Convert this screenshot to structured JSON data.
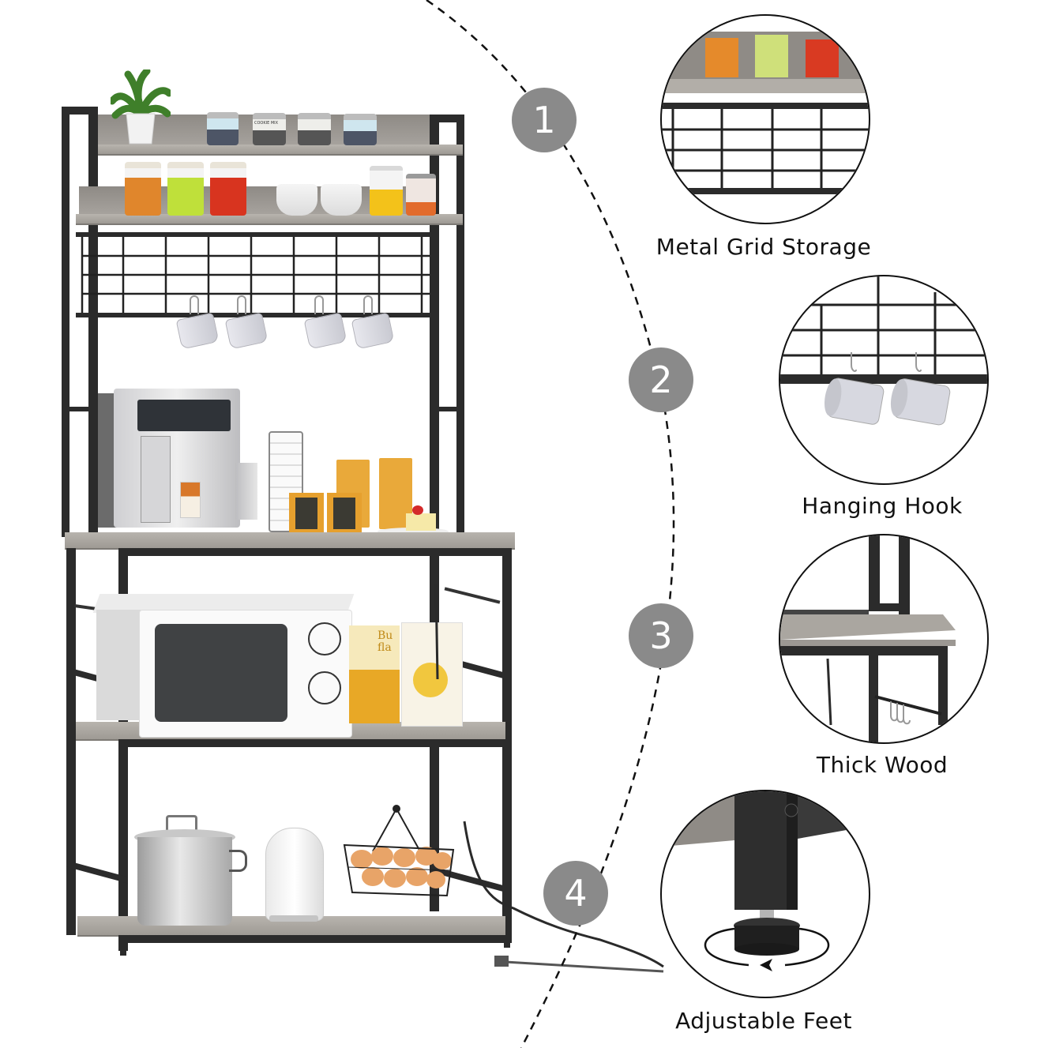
{
  "image": {
    "subject": "bakers-rack-with-power-outlet",
    "background_color": "#ffffff"
  },
  "colors": {
    "frame_metal": "#2b2b2b",
    "wood_gray": "#aaa6a0",
    "badge_gray": "#8a8a8a",
    "badge_text": "#ffffff",
    "label_text": "#111111"
  },
  "badges": [
    {
      "number": "1"
    },
    {
      "number": "2"
    },
    {
      "number": "3"
    },
    {
      "number": "4"
    }
  ],
  "features": [
    {
      "number": "1",
      "label": "Metal Grid Storage",
      "icon": "metal-grid-detail"
    },
    {
      "number": "2",
      "label": "Hanging Hook",
      "icon": "hanging-hook-mugs-detail"
    },
    {
      "number": "3",
      "label": "Thick Wood",
      "icon": "thick-wood-shelf-detail"
    },
    {
      "number": "4",
      "label": "Adjustable Feet",
      "icon": "adjustable-foot-detail"
    }
  ],
  "rack_items": {
    "top_shelf": [
      "potted-plant",
      "cookie-mix-tin",
      "cookie-mix-tin",
      "cookie-mix-tin",
      "cookie-mix-tin"
    ],
    "second_shelf": [
      "carrot-jar",
      "lettuce-jar",
      "chili-jar",
      "bowl-stack",
      "bowl-stack",
      "yellow-lentil-jar",
      "red-lentil-jar"
    ],
    "grid_hooks": [
      "mug",
      "mug",
      "mug",
      "mug"
    ],
    "counter_shelf": [
      "coffee-machine",
      "cup-dispenser",
      "coffee-bag",
      "coffee-bag",
      "coffee-bag",
      "coffee-bag",
      "cake-plate"
    ],
    "middle_shelf": [
      "microwave",
      "cereal-box",
      "cereal-box"
    ],
    "bottom_shelf": [
      "stock-pot",
      "electric-kettle",
      "egg-basket"
    ],
    "tin_label": "COOKIE MIX",
    "cereal_box_text": "Bu fla"
  }
}
